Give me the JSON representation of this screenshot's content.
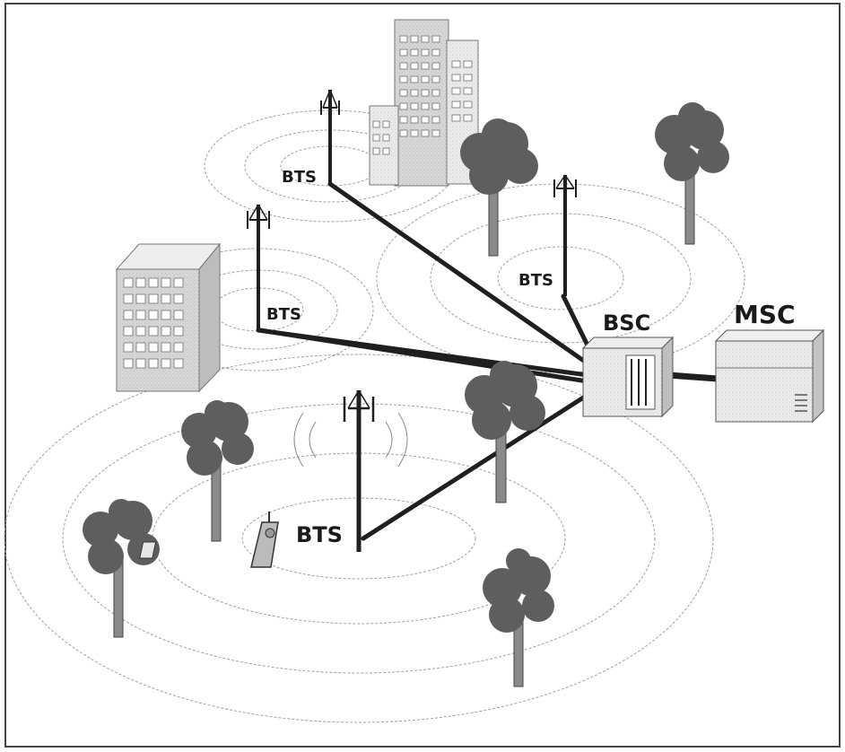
{
  "labels": {
    "bts_top": "BTS",
    "bts_left": "BTS",
    "bts_right": "BTS",
    "bts_bottom": "BTS",
    "bsc": "BSC",
    "msc": "MSC"
  },
  "colors": {
    "link": "#1f1f1f",
    "ring": "#9a9a9a",
    "tree": "#5e5e5e",
    "trunk": "#8a8a8a",
    "building": "#d2d2d2",
    "window": "#ffffff",
    "frame": "#333333"
  }
}
